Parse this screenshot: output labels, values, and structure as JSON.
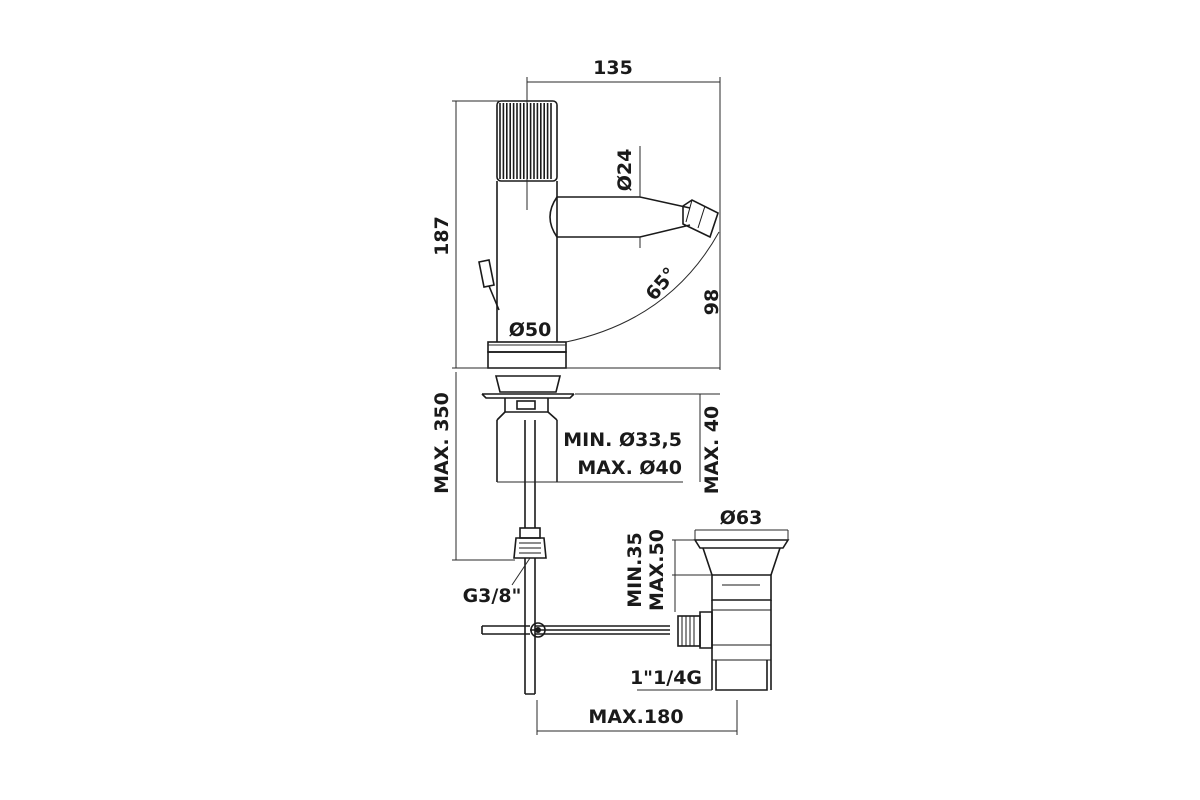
{
  "dimensions": {
    "width_total": "135",
    "height_total": "187",
    "spout_diameter": "Ø24",
    "swivel_angle": "65°",
    "spout_height": "98",
    "body_diameter": "Ø50",
    "max_thickness": "MAX. 350",
    "hole_min": "MIN. Ø33,5",
    "hole_max": "MAX. Ø40",
    "deck_max": "MAX. 40",
    "hose_connection": "G3/8\"",
    "waste_diameter": "Ø63",
    "waste_min": "MIN.35",
    "waste_max": "MAX.50",
    "waste_thread": "1\"1/4G",
    "rod_max": "MAX.180"
  }
}
